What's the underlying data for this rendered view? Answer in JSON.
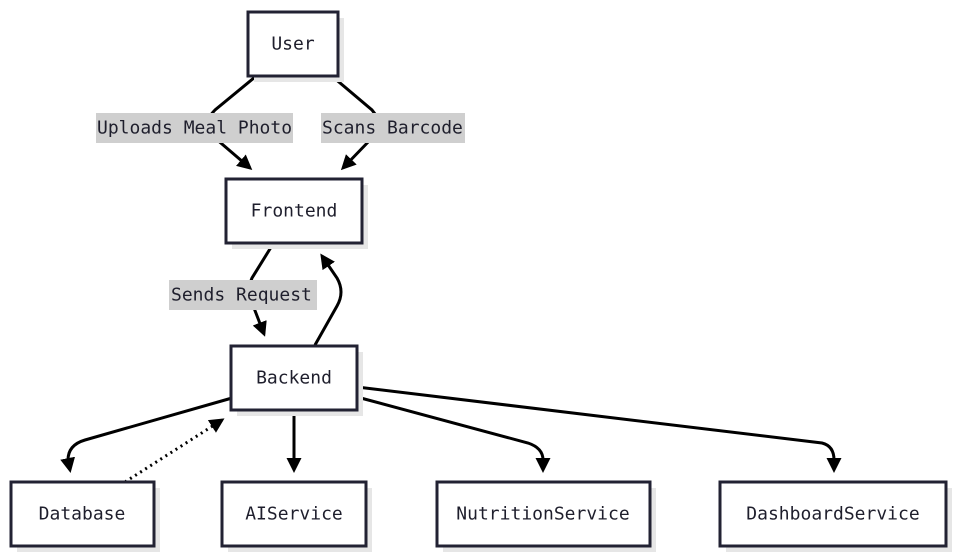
{
  "nodes": {
    "user": "User",
    "frontend": "Frontend",
    "backend": "Backend",
    "database": "Database",
    "ai_service": "AIService",
    "nutrition_service": "NutritionService",
    "dashboard_service": "DashboardService"
  },
  "edges": {
    "user_to_frontend_photo": "Uploads Meal Photo",
    "user_to_frontend_barcode": "Scans Barcode",
    "frontend_to_backend": "Sends Request"
  }
}
